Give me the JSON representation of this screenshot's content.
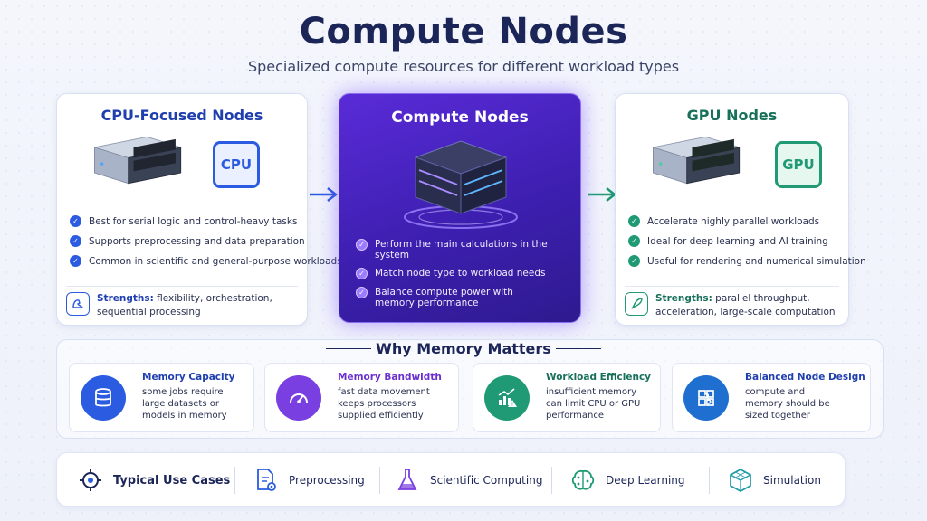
{
  "header": {
    "title": "Compute Nodes",
    "subtitle": "Specialized compute resources for different workload types"
  },
  "cpu_card": {
    "title": "CPU-Focused Nodes",
    "chip_label": "CPU",
    "bullets": [
      "Best for serial logic and control-heavy tasks",
      "Supports preprocessing and data preparation",
      "Common in scientific and general-purpose workloads"
    ],
    "strength_label": "Strengths:",
    "strength_text_1": "flexibility, orchestration,",
    "strength_text_2": "sequential processing"
  },
  "center_card": {
    "title": "Compute Nodes",
    "bullets": [
      "Perform the main calculations in the system",
      "Match node type to workload needs",
      "Balance compute power with memory performance"
    ]
  },
  "gpu_card": {
    "title": "GPU Nodes",
    "chip_label": "GPU",
    "bullets": [
      "Accelerate highly parallel workloads",
      "Ideal for deep learning and AI training",
      "Useful for rendering and numerical simulation"
    ],
    "strength_label": "Strengths:",
    "strength_text_1": "parallel throughput,",
    "strength_text_2": "acceleration, large-scale computation"
  },
  "memory": {
    "title": "Why Memory Matters",
    "items": [
      {
        "title": "Memory Capacity",
        "desc": "some jobs require large datasets or models in memory",
        "color": "#2a5be0"
      },
      {
        "title": "Memory Bandwidth",
        "desc": "fast data movement keeps processors supplied efficiently",
        "color": "#7a3fe0"
      },
      {
        "title": "Workload Efficiency",
        "desc": "insufficient memory can limit CPU or GPU performance",
        "color": "#1f9a74"
      },
      {
        "title": "Balanced Node Design",
        "desc": "compute and memory should be sized together",
        "color": "#1f6fd0"
      }
    ]
  },
  "use_cases": {
    "title": "Typical Use Cases",
    "items": [
      "Preprocessing",
      "Scientific Computing",
      "Deep Learning",
      "Simulation"
    ]
  },
  "colors": {
    "navy": "#1b2558",
    "cpu_blue": "#2a5be0",
    "gpu_green": "#1f9a74",
    "center_purple": "#4a25c4"
  }
}
